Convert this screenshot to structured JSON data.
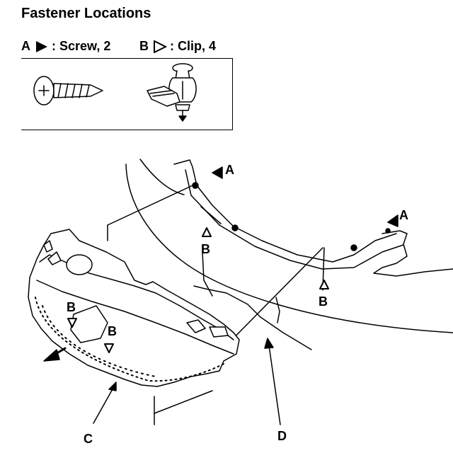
{
  "heading": "Fastener Locations",
  "legend": {
    "screw": {
      "letter": "A",
      "text": ": Screw, 2"
    },
    "clip": {
      "letter": "B",
      "text": ": Clip, 4"
    }
  },
  "callouts": {
    "a1": "A",
    "a2": "A",
    "b1": "B",
    "b2": "B",
    "b3": "B",
    "b4": "B",
    "c": "C",
    "d": "D"
  }
}
